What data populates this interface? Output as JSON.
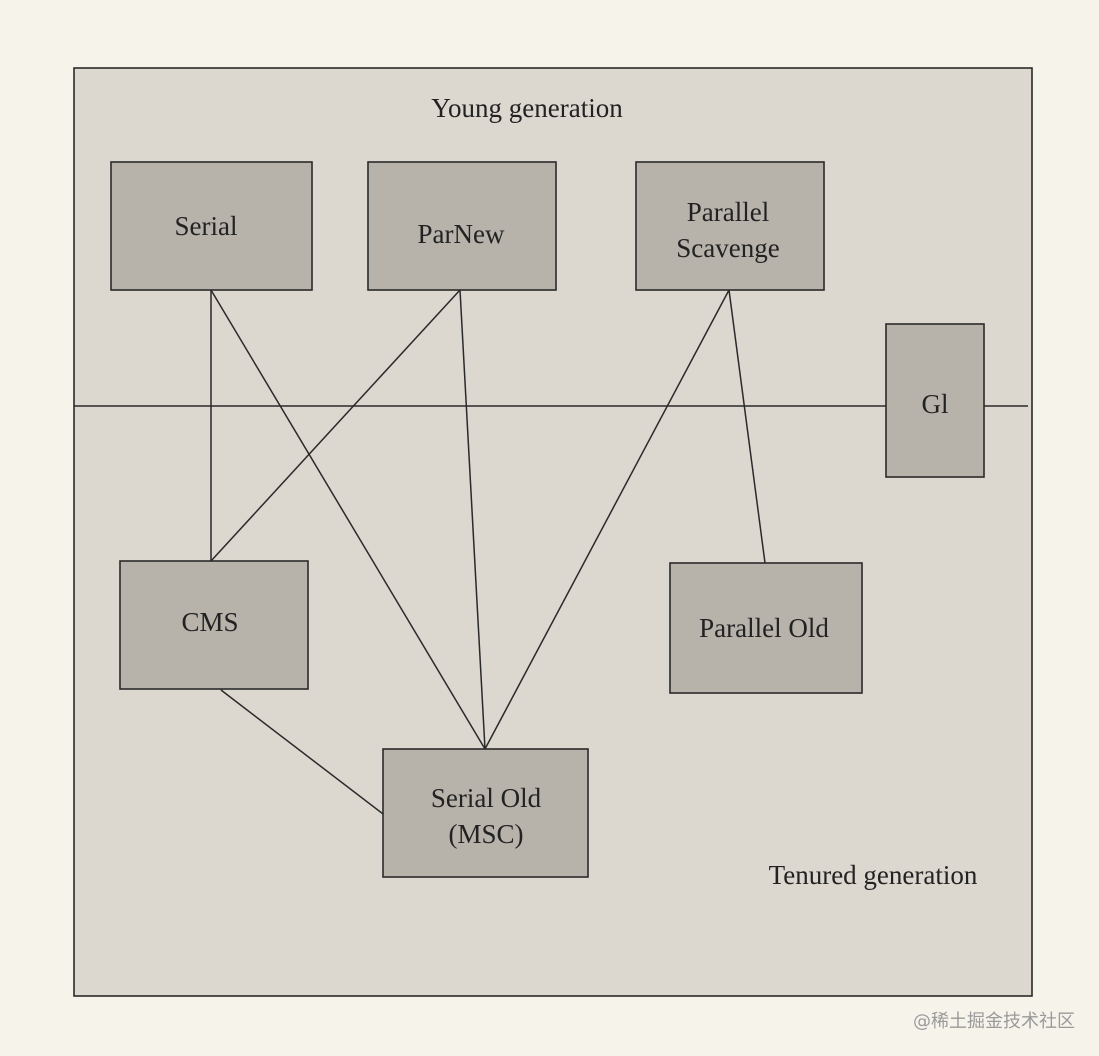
{
  "regions": {
    "young_label": "Young generation",
    "tenured_label": "Tenured generation"
  },
  "collectors": {
    "serial": {
      "lines": [
        "Serial"
      ]
    },
    "parnew": {
      "lines": [
        "ParNew"
      ]
    },
    "parallel_scavenge": {
      "lines": [
        "Parallel",
        "Scavenge"
      ]
    },
    "g1": {
      "lines": [
        "Gl"
      ]
    },
    "cms": {
      "lines": [
        "CMS"
      ]
    },
    "parallel_old": {
      "lines": [
        "Parallel Old"
      ]
    },
    "serial_old": {
      "lines": [
        "Serial Old",
        "(MSC)"
      ]
    }
  },
  "connections": [
    [
      "serial",
      "cms"
    ],
    [
      "serial",
      "serial_old"
    ],
    [
      "parnew",
      "cms"
    ],
    [
      "parnew",
      "serial_old"
    ],
    [
      "parallel_scavenge",
      "serial_old"
    ],
    [
      "parallel_scavenge",
      "parallel_old"
    ],
    [
      "cms",
      "serial_old"
    ]
  ],
  "watermark": "@稀土掘金技术社区",
  "colors": {
    "page_background": "#f6f3ea",
    "panel_background": "#dcd7cf",
    "box_fill": "#b7b3ab",
    "stroke": "#2a2a2a",
    "watermark": "#9a9a9a"
  }
}
